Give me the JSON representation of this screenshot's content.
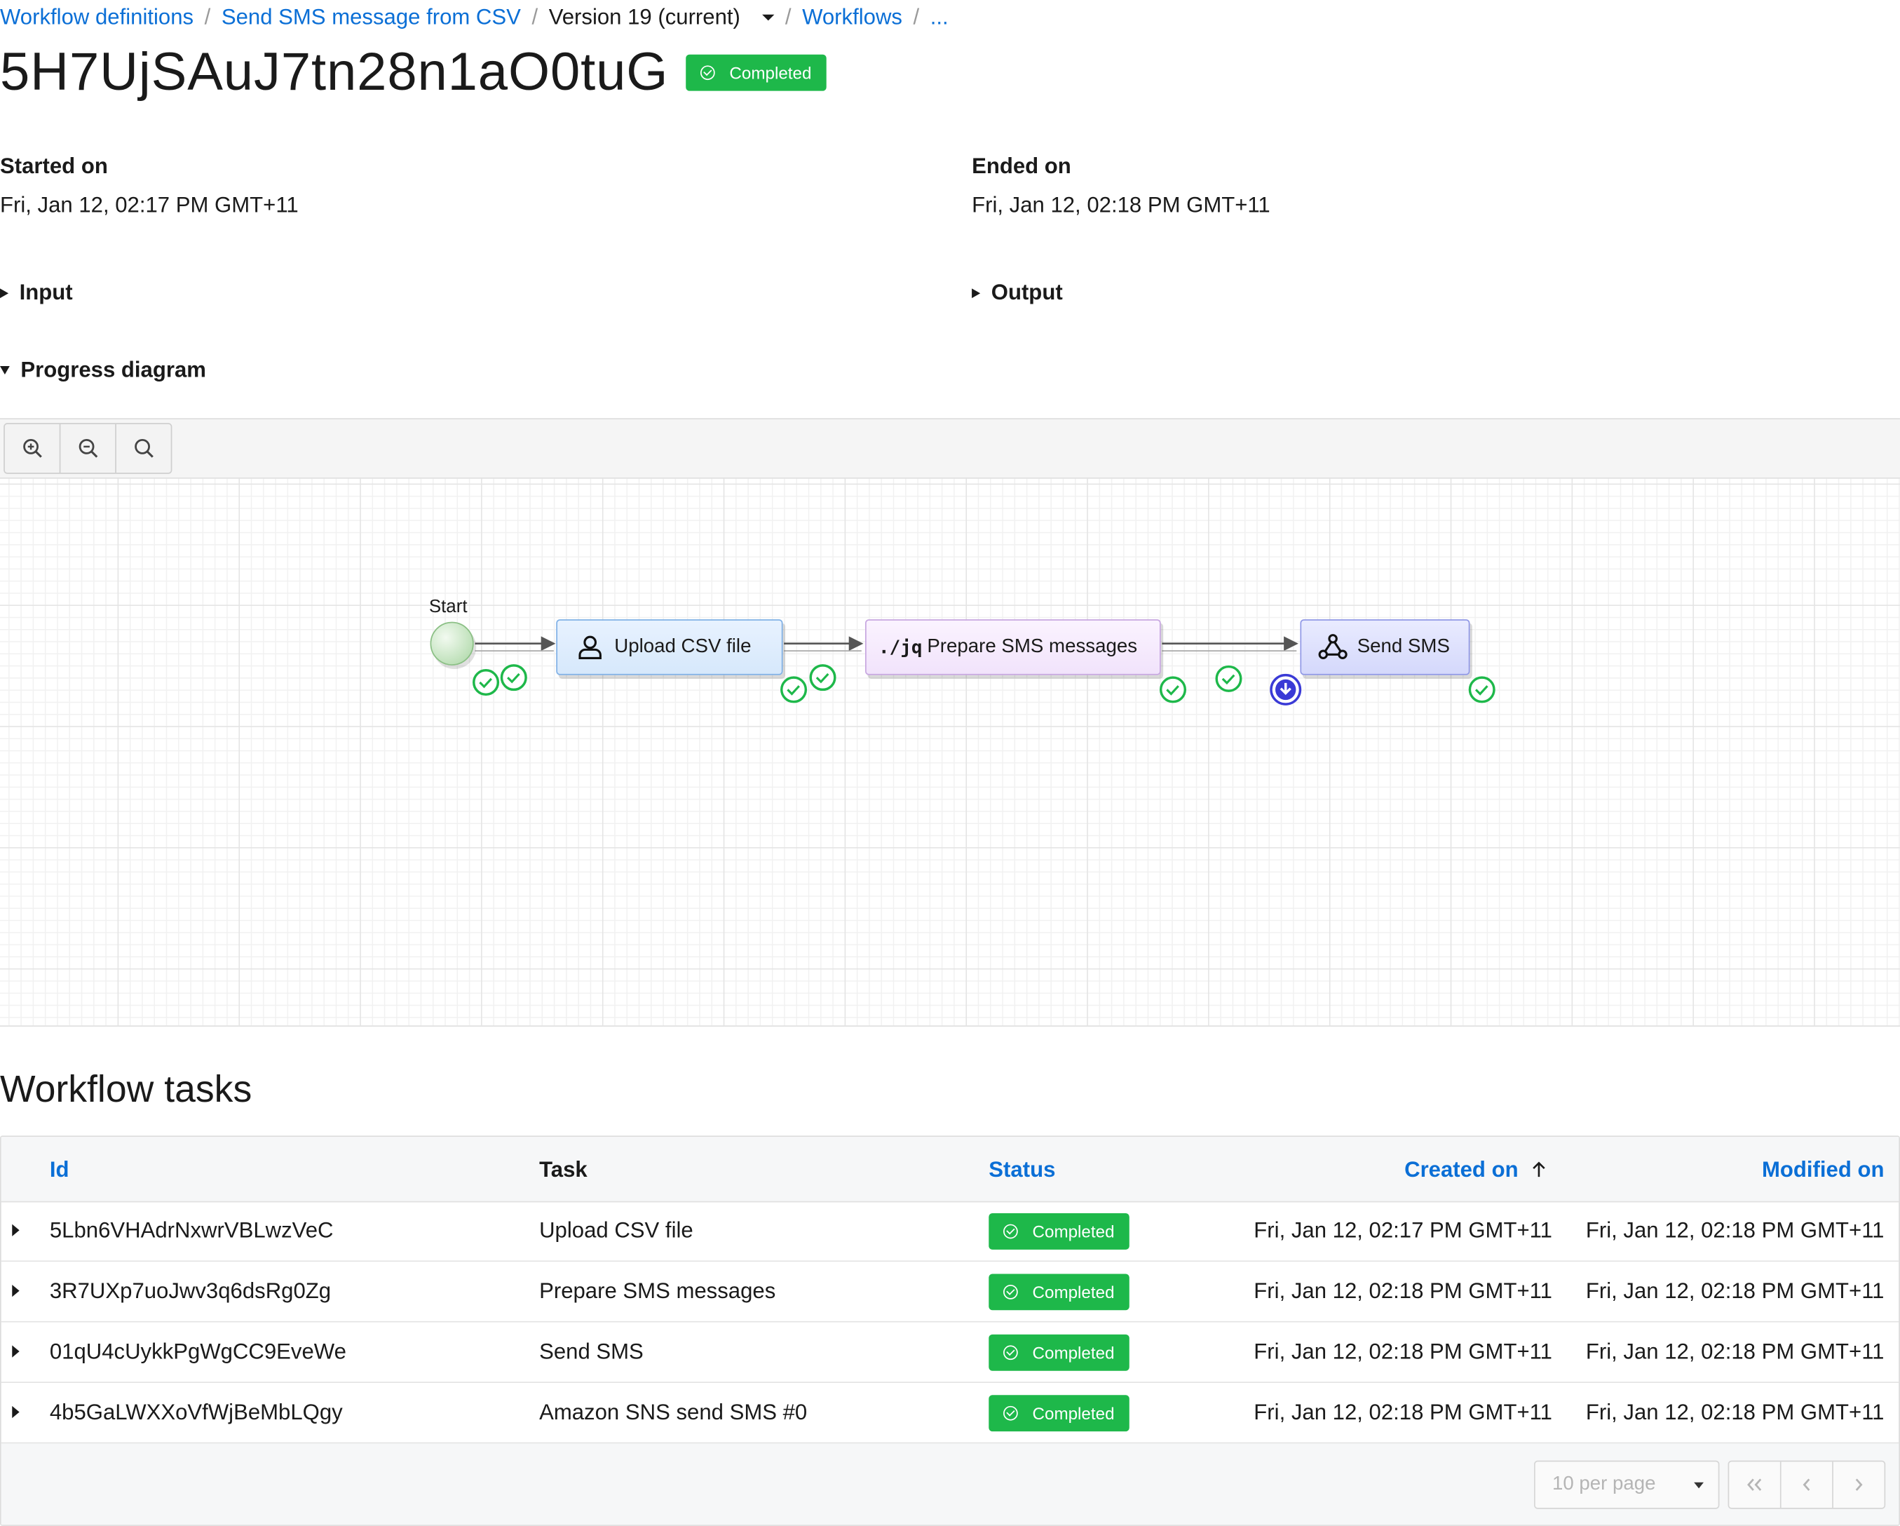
{
  "breadcrumb": {
    "items": [
      {
        "label": "Workflow definitions"
      },
      {
        "label": "Send SMS message from CSV"
      },
      {
        "label": "Version 19 (current)"
      },
      {
        "label": "Workflows"
      },
      {
        "label": "..."
      }
    ],
    "separator": "/"
  },
  "header": {
    "title": "5H7UjSAuJ7tn28n1aO0tuG",
    "status": "Completed"
  },
  "details": {
    "started_label": "Started on",
    "started_value": "Fri, Jan 12, 02:17 PM GMT+11",
    "ended_label": "Ended on",
    "ended_value": "Fri, Jan 12, 02:18 PM GMT+11",
    "input_label": "Input",
    "output_label": "Output",
    "progress_label": "Progress diagram"
  },
  "diagram": {
    "toolbar": [
      "zoom-in-icon",
      "zoom-out-icon",
      "zoom-fit-icon"
    ],
    "start_label": "Start",
    "nodes": [
      {
        "label": "Upload CSV file",
        "icon": "user-icon"
      },
      {
        "label": "Prepare SMS messages",
        "icon_text": "./jq"
      },
      {
        "label": "Send SMS",
        "icon": "webhook-icon"
      }
    ],
    "status_colors": {
      "completed": "#1eb84a",
      "event": "#3a3ad6"
    }
  },
  "tasks": {
    "title": "Workflow tasks",
    "columns": {
      "id": "Id",
      "task": "Task",
      "status": "Status",
      "created": "Created on",
      "modified": "Modified on"
    },
    "rows": [
      {
        "id": "5Lbn6VHAdrNxwrVBLwzVeC",
        "task": "Upload CSV file",
        "status": "Completed",
        "created": "Fri, Jan 12, 02:17 PM GMT+11",
        "modified": "Fri, Jan 12, 02:18 PM GMT+11"
      },
      {
        "id": "3R7UXp7uoJwv3q6dsRg0Zg",
        "task": "Prepare SMS messages",
        "status": "Completed",
        "created": "Fri, Jan 12, 02:18 PM GMT+11",
        "modified": "Fri, Jan 12, 02:18 PM GMT+11"
      },
      {
        "id": "01qU4cUykkPgWgCC9EveWe",
        "task": "Send SMS",
        "status": "Completed",
        "created": "Fri, Jan 12, 02:18 PM GMT+11",
        "modified": "Fri, Jan 12, 02:18 PM GMT+11"
      },
      {
        "id": "4b5GaLWXXoVfWjBeMbLQgy",
        "task": "Amazon SNS send SMS #0",
        "status": "Completed",
        "created": "Fri, Jan 12, 02:18 PM GMT+11",
        "modified": "Fri, Jan 12, 02:18 PM GMT+11"
      }
    ],
    "per_page": "10 per page",
    "accent_color": "#0b6fd6",
    "success_color": "#1eb84a"
  }
}
